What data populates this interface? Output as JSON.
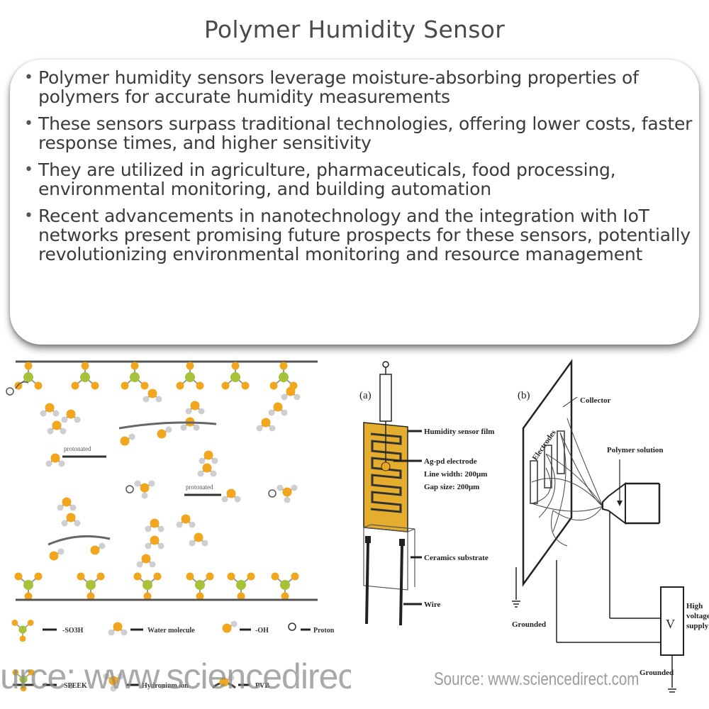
{
  "title": "Polymer Humidity Sensor",
  "bullets": [
    "Polymer humidity sensors leverage moisture-absorbing properties of polymers for accurate humidity measurements",
    "These sensors surpass traditional technologies, offering lower costs, faster response times, and higher sensitivity",
    "They are utilized in agriculture, pharmaceuticals, food processing, environmental monitoring, and building automation",
    "Recent advancements in nanotechnology and the integration with IoT networks present promising future prospects for these sensors, potentially revolutionizing environmental monitoring and resource management"
  ],
  "figure_left": {
    "arrow_label_1": "protonated",
    "arrow_label_2": "protonated",
    "legend": {
      "so3h": "-SO3H",
      "water": "Water molecule",
      "oh": "-OH",
      "proton": "Proton",
      "speek": "SPEEK",
      "hydronium": "Hydronium ion",
      "pvb": "PVB"
    },
    "source_text": "urce: www.sciencedirect.co"
  },
  "figure_a": {
    "panel_label": "(a)",
    "labels": {
      "film": "Humidity sensor film",
      "electrode": "Ag-pd electrode",
      "line_width": "Line width: 200μm",
      "gap_size": "Gap size: 200μm",
      "substrate": "Ceramics substrate",
      "wire": "Wire"
    }
  },
  "figure_b": {
    "panel_label": "(b)",
    "labels": {
      "collector": "Collector",
      "electrodes": "Electrodes",
      "polymer_solution": "Polymer solution",
      "grounded_1": "Grounded",
      "grounded_2": "Grounded",
      "voltage_symbol": "V",
      "high_voltage_1": "High",
      "high_voltage_2": "voltage",
      "high_voltage_3": "supply"
    },
    "source_text": "Source: www.sciencedirect.com"
  },
  "colors": {
    "title": "#4a4a4a",
    "sulfur": "#a6c23a",
    "oxygen": "#f0a71e",
    "hydrogen": "#cfcfcf",
    "sensor_film": "#e4ad2e"
  }
}
